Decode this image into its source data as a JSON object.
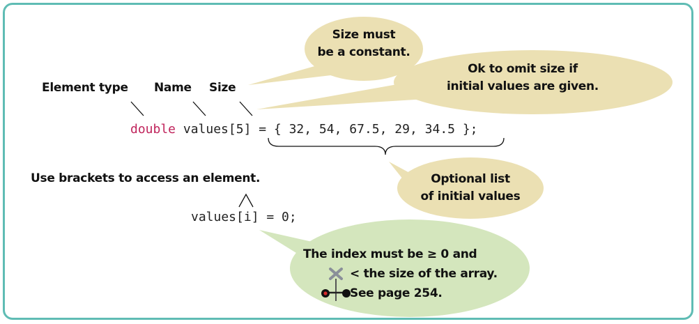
{
  "labels": {
    "element_type": "Element type",
    "name": "Name",
    "size": "Size",
    "access": "Use brackets to access an element."
  },
  "code": {
    "line1_keyword": "double",
    "line1_rest": " values[5] = { 32, 54, 67.5, 29, 34.5 };",
    "line2": "values[i] = 0;"
  },
  "callouts": {
    "constant": [
      "Size must",
      "be a constant."
    ],
    "omit": [
      "Ok to omit size if",
      "initial values are given."
    ],
    "optional": [
      "Optional list",
      "of initial values"
    ],
    "index": [
      "The index must be ≥ 0 and",
      "< the size of the array.",
      "See page 254."
    ]
  },
  "colors": {
    "frame": "#5fbcb4",
    "tan_bubble": "#ebe0b3",
    "green_bubble": "#d4e6bd",
    "keyword": "#c0245c"
  },
  "icons": [
    "railroad-crossing-icon"
  ]
}
